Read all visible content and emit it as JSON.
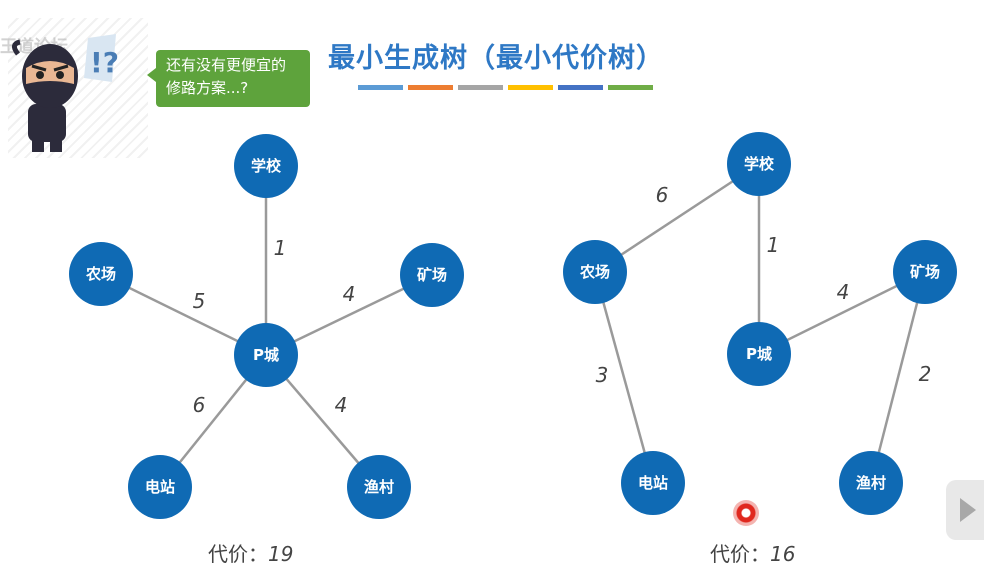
{
  "title": "最小生成树（最小代价树）",
  "watermark": "王道论坛",
  "speech_bubble": {
    "line1": "还有没有更便宜的",
    "line2": "修路方案...?"
  },
  "title_bar_colors": [
    "#5b9bd5",
    "#ed7d31",
    "#a5a5a5",
    "#ffc000",
    "#4472c4",
    "#70ad47"
  ],
  "node_color": "#0f6ab4",
  "nodes": {
    "school": "学校",
    "farm": "农场",
    "mine": "矿场",
    "pcity": "P城",
    "station": "电站",
    "village": "渔村"
  },
  "left_graph": {
    "edges": [
      {
        "from": "school",
        "to": "pcity",
        "weight": "1"
      },
      {
        "from": "farm",
        "to": "pcity",
        "weight": "5"
      },
      {
        "from": "mine",
        "to": "pcity",
        "weight": "4"
      },
      {
        "from": "station",
        "to": "pcity",
        "weight": "6"
      },
      {
        "from": "village",
        "to": "pcity",
        "weight": "4"
      }
    ],
    "cost_label": "代价：",
    "cost_value": "19"
  },
  "right_graph": {
    "edges": [
      {
        "from": "school",
        "to": "farm",
        "weight": "6"
      },
      {
        "from": "school",
        "to": "pcity",
        "weight": "1"
      },
      {
        "from": "farm",
        "to": "station",
        "weight": "3"
      },
      {
        "from": "pcity",
        "to": "mine",
        "weight": "4"
      },
      {
        "from": "mine",
        "to": "village",
        "weight": "2"
      }
    ],
    "cost_label": "代价：",
    "cost_value": "16"
  },
  "icons": [
    "ninja-avatar-icon",
    "record-indicator-icon",
    "play-icon"
  ]
}
